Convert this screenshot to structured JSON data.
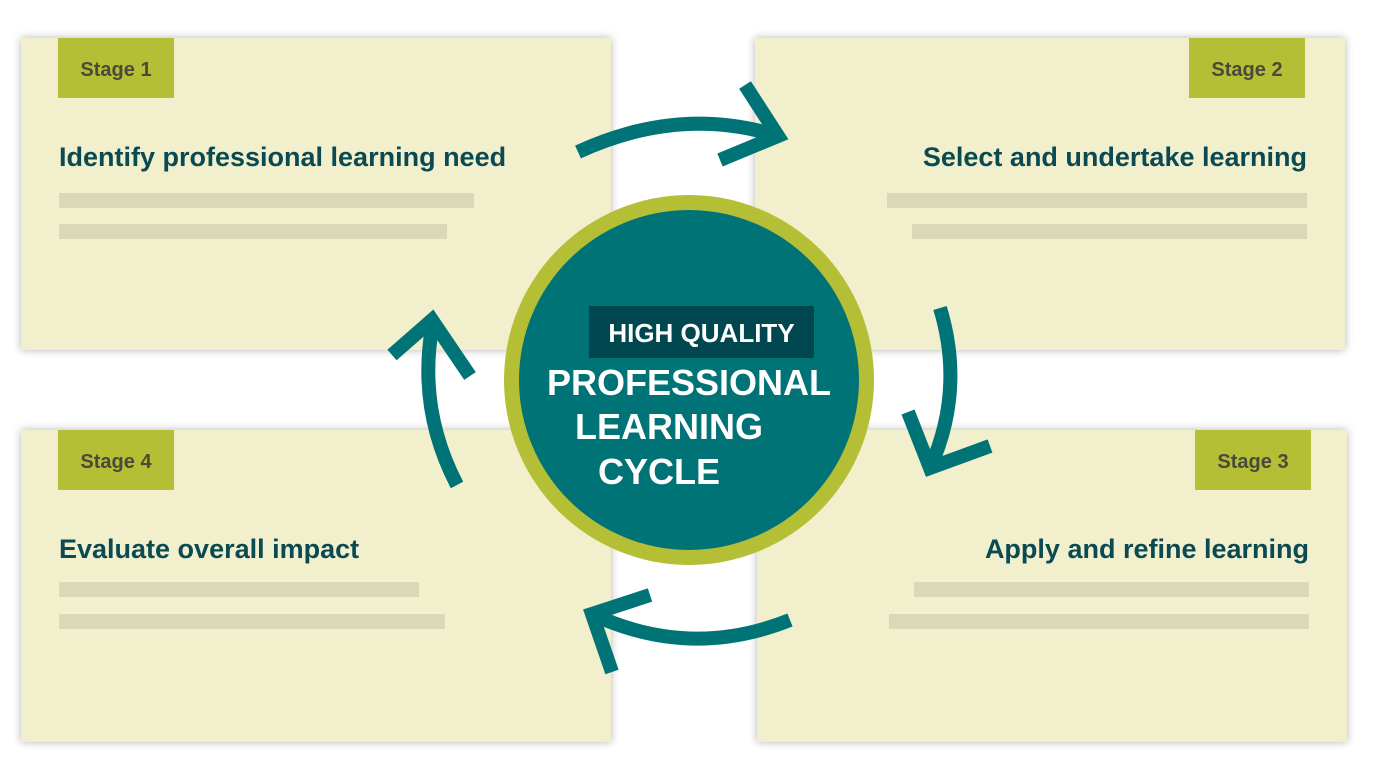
{
  "center": {
    "badge": "HIGH QUALITY",
    "line1": "PROFESSIONAL",
    "line2": "LEARNING",
    "line3": "CYCLE"
  },
  "stages": [
    {
      "label": "Stage 1",
      "title": "Identify professional learning need"
    },
    {
      "label": "Stage 2",
      "title": "Select and undertake learning"
    },
    {
      "label": "Stage 3",
      "title": "Apply and refine learning"
    },
    {
      "label": "Stage 4",
      "title": "Evaluate overall impact"
    }
  ],
  "colors": {
    "teal": "#007377",
    "dark_teal": "#004750",
    "green": "#b4bf35",
    "card": "#f2efcc"
  }
}
